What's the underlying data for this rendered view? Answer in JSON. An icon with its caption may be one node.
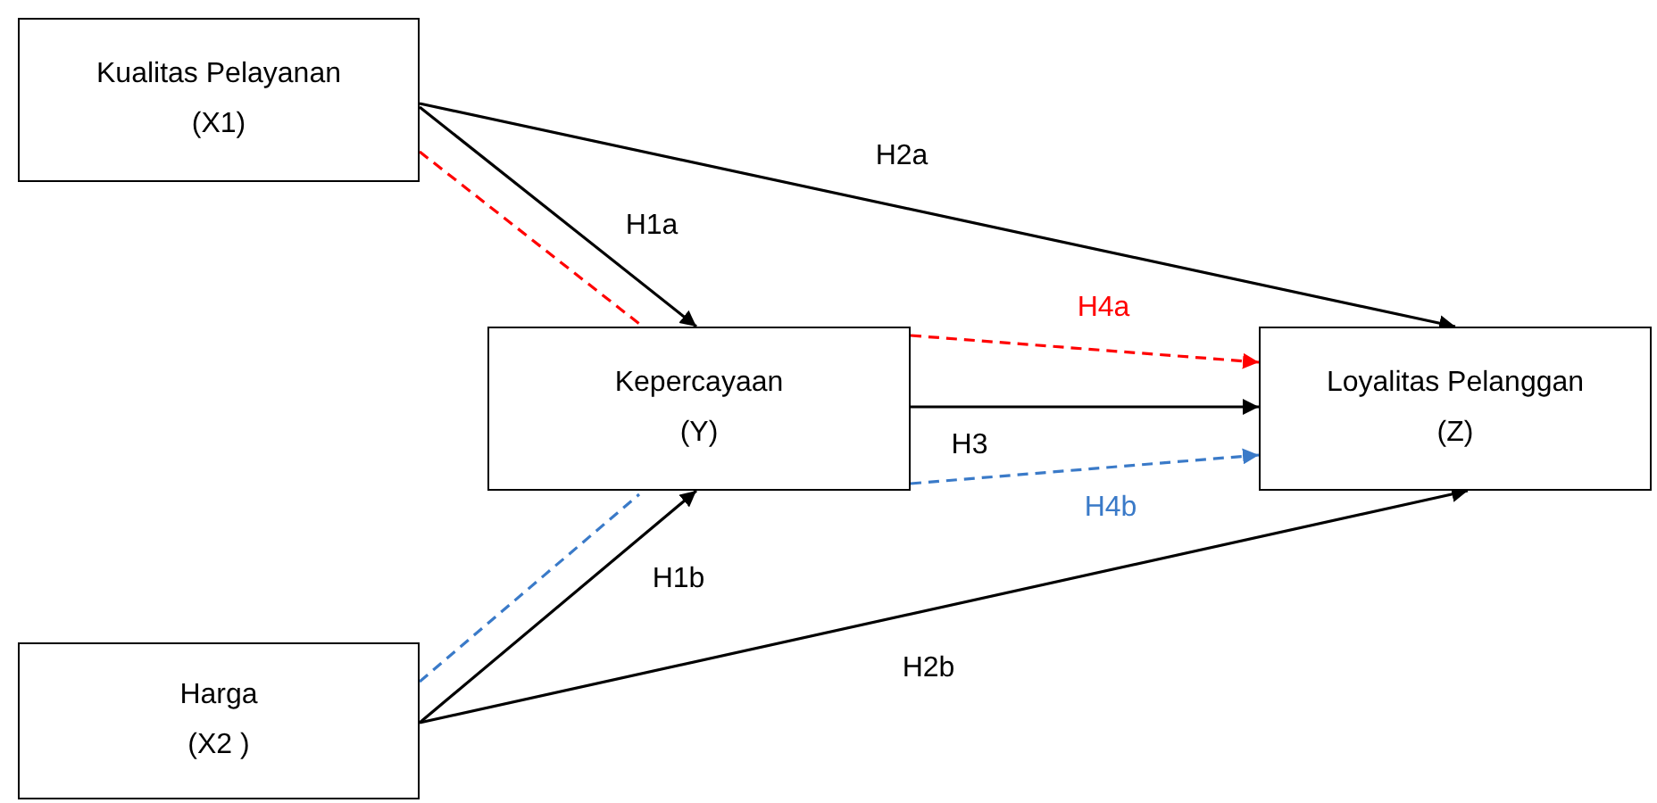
{
  "diagram": {
    "nodes": [
      {
        "text": [
          "Kualitas Pelayanan",
          "(X1)"
        ]
      },
      {
        "text": [
          "Kepercayaan",
          "(Y)"
        ]
      },
      {
        "text": [
          "Loyalitas Pelanggan",
          "(Z)"
        ]
      },
      {
        "text": [
          "Harga",
          "(X2 )"
        ]
      }
    ],
    "edges": [
      {
        "from": 0,
        "to": 1,
        "arrow": "to",
        "label": "H1a"
      },
      {
        "from": 0,
        "to": 1,
        "arrow": "none",
        "style": "dashed",
        "color": "#ff0000"
      },
      {
        "from": 0,
        "to": 2,
        "arrow": "to",
        "label": "H2a"
      },
      {
        "from": 1,
        "to": 2,
        "arrow": "to",
        "label": "H4a",
        "style": "dashed",
        "color": "#ff0000"
      },
      {
        "from": 1,
        "to": 2,
        "arrow": "to",
        "label": "H3"
      },
      {
        "from": 1,
        "to": 2,
        "arrow": "to",
        "label": "H4b",
        "style": "dashed",
        "color": "#3a7ac8"
      },
      {
        "from": 3,
        "to": 1,
        "arrow": "to",
        "label": "H1b"
      },
      {
        "from": 3,
        "to": 1,
        "arrow": "none",
        "style": "dashed",
        "color": "#3a7ac8"
      },
      {
        "from": 3,
        "to": 2,
        "arrow": "to",
        "label": "H2b"
      }
    ]
  }
}
